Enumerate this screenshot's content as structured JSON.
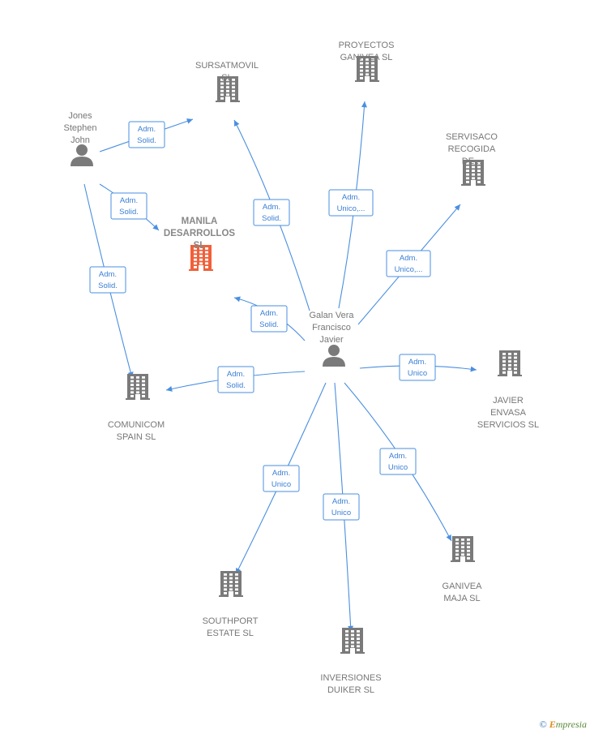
{
  "colors": {
    "edge": "#4a8fe0",
    "company": "#7a7a7a",
    "company_main": "#f0603a",
    "person": "#7a7a7a"
  },
  "nodes": [
    {
      "id": "jones",
      "kind": "person",
      "lines": [
        "Jones",
        "Stephen",
        "John"
      ]
    },
    {
      "id": "galan",
      "kind": "person",
      "lines": [
        "Galan Vera",
        "Francisco",
        "Javier"
      ]
    },
    {
      "id": "manila",
      "kind": "company_main",
      "lines": [
        "MANILA",
        "DESARROLLOS",
        "SL"
      ]
    },
    {
      "id": "sursat",
      "kind": "company",
      "lines": [
        "SURSATMOVIL",
        "SL"
      ]
    },
    {
      "id": "proyectos",
      "kind": "company",
      "lines": [
        "PROYECTOS",
        "GANIVEA  SL"
      ]
    },
    {
      "id": "servisaco",
      "kind": "company",
      "lines": [
        "SERVISACO",
        "RECOGIDA",
        "DE..."
      ]
    },
    {
      "id": "comunicom",
      "kind": "company",
      "lines": [
        "COMUNICOM",
        "SPAIN SL"
      ]
    },
    {
      "id": "javier",
      "kind": "company",
      "lines": [
        "JAVIER",
        "ENVASA",
        "SERVICIOS SL"
      ]
    },
    {
      "id": "southport",
      "kind": "company",
      "lines": [
        "SOUTHPORT",
        "ESTATE  SL"
      ]
    },
    {
      "id": "inversiones",
      "kind": "company",
      "lines": [
        "INVERSIONES",
        "DUIKER  SL"
      ]
    },
    {
      "id": "ganivea_maja",
      "kind": "company",
      "lines": [
        "GANIVEA",
        "MAJA  SL"
      ]
    }
  ],
  "edges": [
    {
      "from": "jones",
      "to": "sursat",
      "label": [
        "Adm.",
        "Solid."
      ]
    },
    {
      "from": "jones",
      "to": "manila",
      "label": [
        "Adm.",
        "Solid."
      ]
    },
    {
      "from": "jones",
      "to": "comunicom",
      "label": [
        "Adm.",
        "Solid."
      ]
    },
    {
      "from": "galan",
      "to": "sursat",
      "label": [
        "Adm.",
        "Solid."
      ]
    },
    {
      "from": "galan",
      "to": "proyectos",
      "label": [
        "Adm.",
        "Unico,..."
      ]
    },
    {
      "from": "galan",
      "to": "servisaco",
      "label": [
        "Adm.",
        "Unico,..."
      ]
    },
    {
      "from": "galan",
      "to": "manila",
      "label": [
        "Adm.",
        "Solid."
      ]
    },
    {
      "from": "galan",
      "to": "comunicom",
      "label": [
        "Adm.",
        "Solid."
      ]
    },
    {
      "from": "galan",
      "to": "javier",
      "label": [
        "Adm.",
        "Unico"
      ]
    },
    {
      "from": "galan",
      "to": "southport",
      "label": [
        "Adm.",
        "Unico"
      ]
    },
    {
      "from": "galan",
      "to": "inversiones",
      "label": [
        "Adm.",
        "Unico"
      ]
    },
    {
      "from": "galan",
      "to": "ganivea_maja",
      "label": [
        "Adm.",
        "Unico"
      ]
    }
  ],
  "brand": {
    "symbol": "©",
    "initial": "E",
    "rest": "mpresia"
  }
}
